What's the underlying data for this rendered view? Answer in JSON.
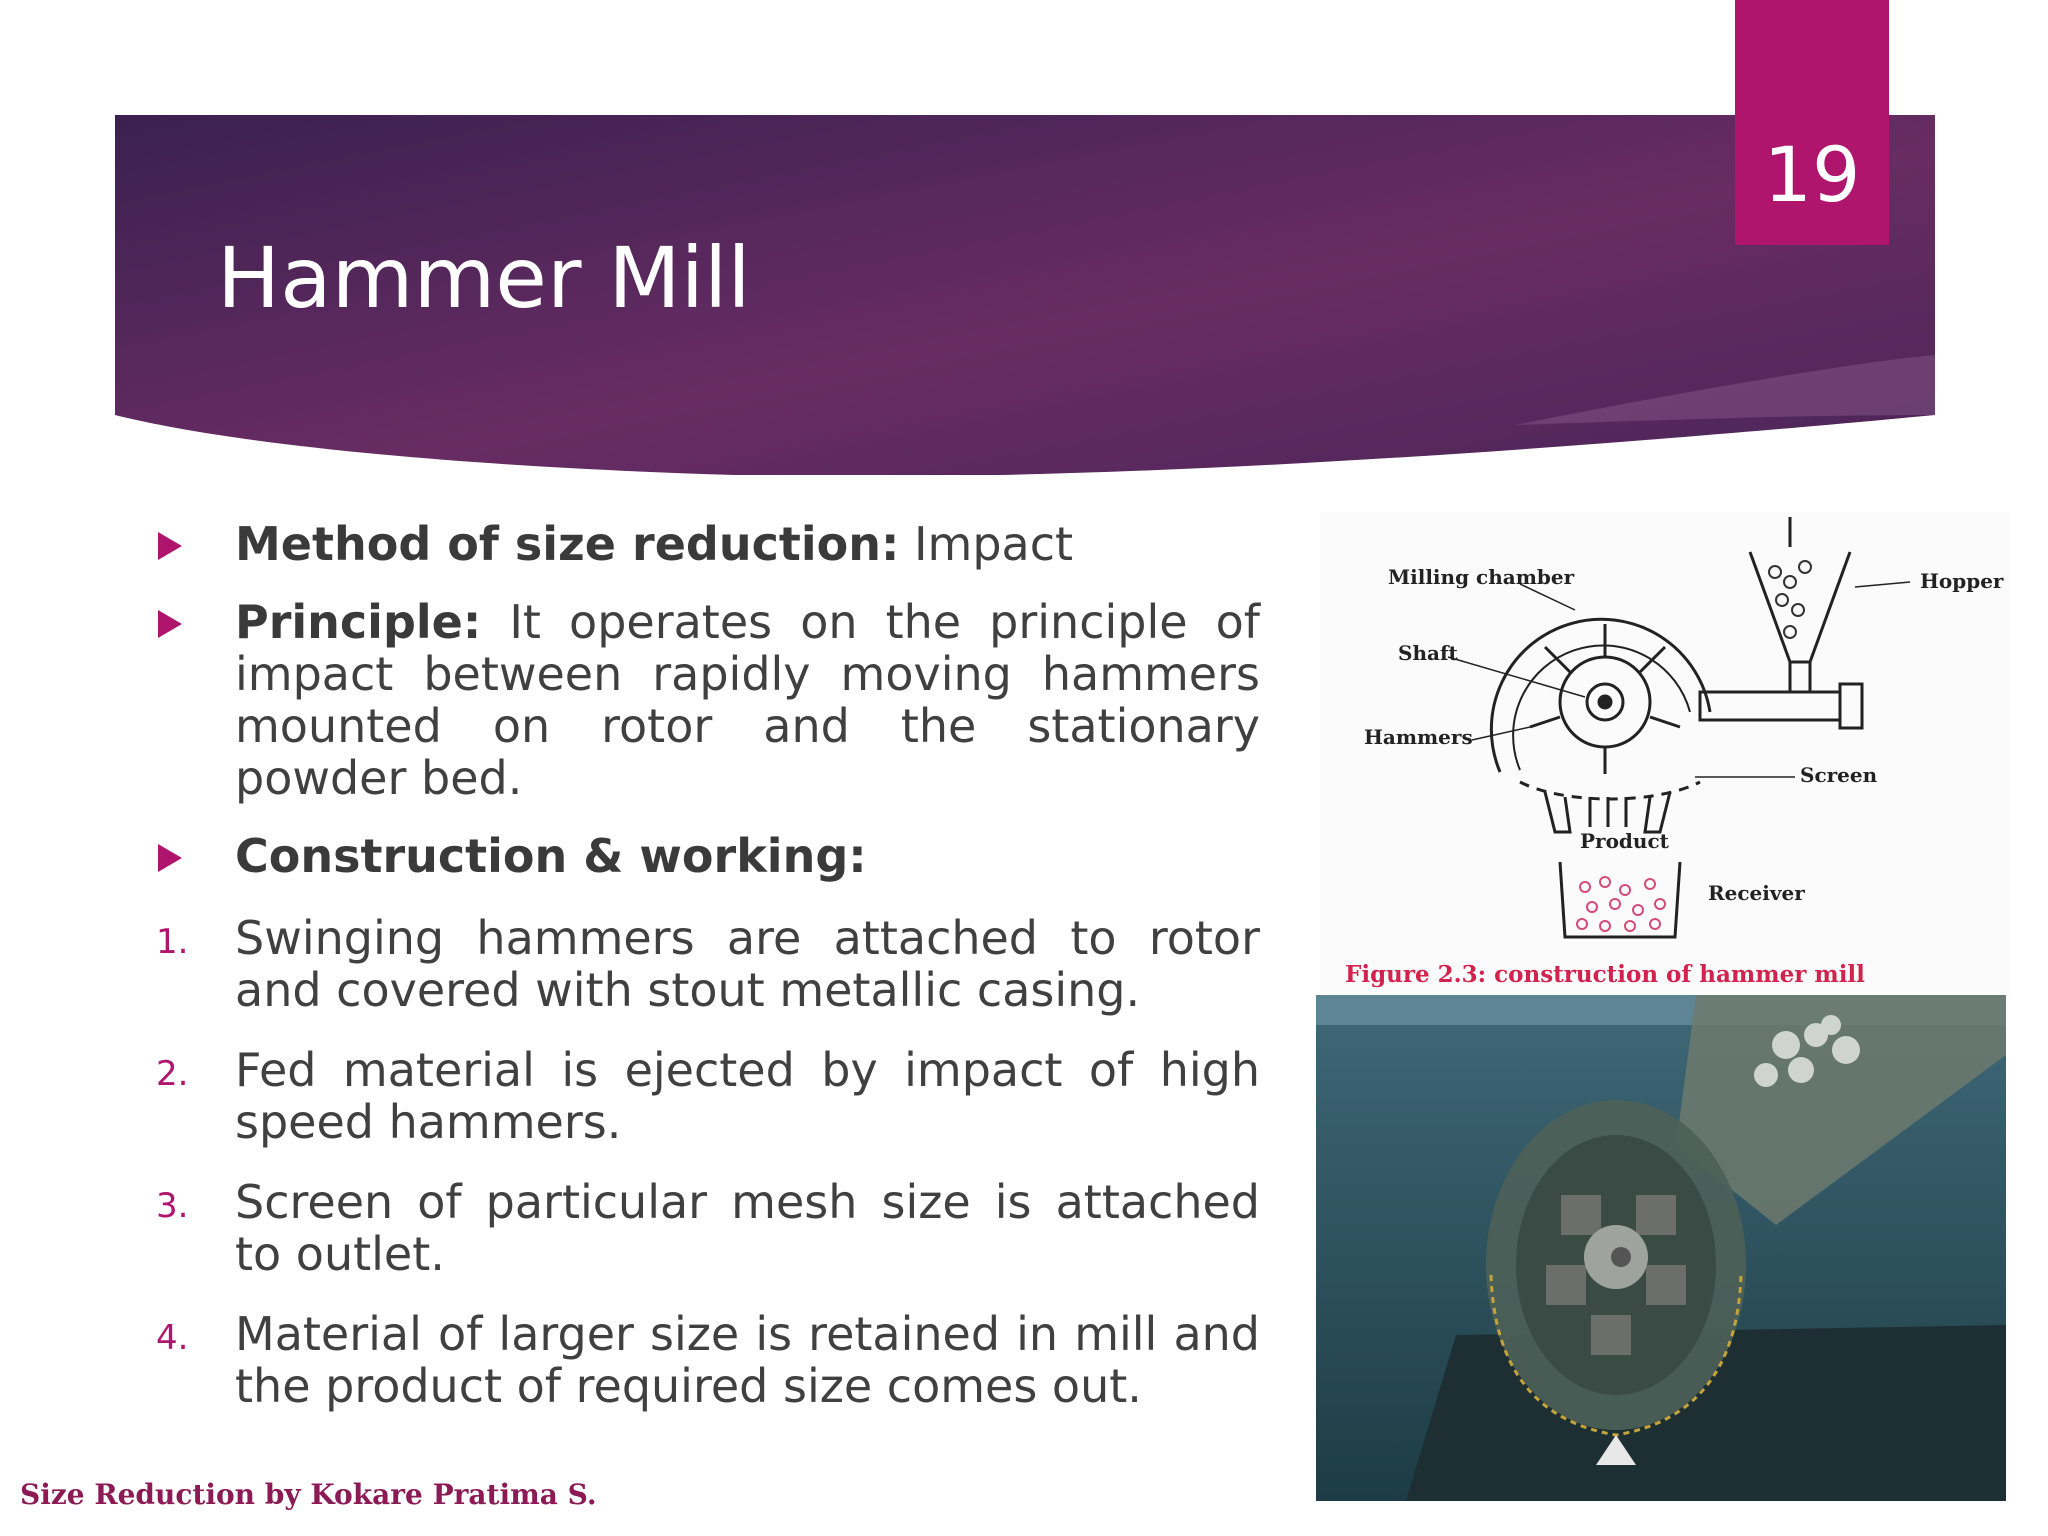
{
  "slide": {
    "number": "19",
    "title": "Hammer Mill",
    "footer": "Size Reduction by Kokare Pratima S."
  },
  "bullets": [
    {
      "label": "Method of size reduction:",
      "text": " Impact"
    },
    {
      "label": "Principle:",
      "text": " It operates on the principle of impact between rapidly moving hammers mounted on rotor and the stationary powder bed."
    },
    {
      "label": "Construction & working:",
      "text": ""
    }
  ],
  "steps": [
    {
      "num": "1.",
      "text": "Swinging hammers are attached to rotor and covered with stout metallic casing."
    },
    {
      "num": "2.",
      "text": "Fed material is ejected by impact of high speed hammers."
    },
    {
      "num": "3.",
      "text": "Screen of particular mesh size is attached to outlet."
    },
    {
      "num": "4.",
      "text": "Material of larger size is retained in mill and the product of required size comes out."
    }
  ],
  "diagram": {
    "labels": {
      "milling_chamber": "Milling chamber",
      "hopper": "Hopper",
      "shaft": "Shaft",
      "hammers": "Hammers",
      "screen": "Screen",
      "product": "Product",
      "receiver": "Receiver"
    },
    "caption": "Figure 2.3: construction of hammer mill",
    "caption_color": "#d2234e"
  },
  "colors": {
    "accent": "#b0156d",
    "title_band_start": "#3d2352",
    "title_band_end": "#6a2a63",
    "body_text": "#404040"
  }
}
